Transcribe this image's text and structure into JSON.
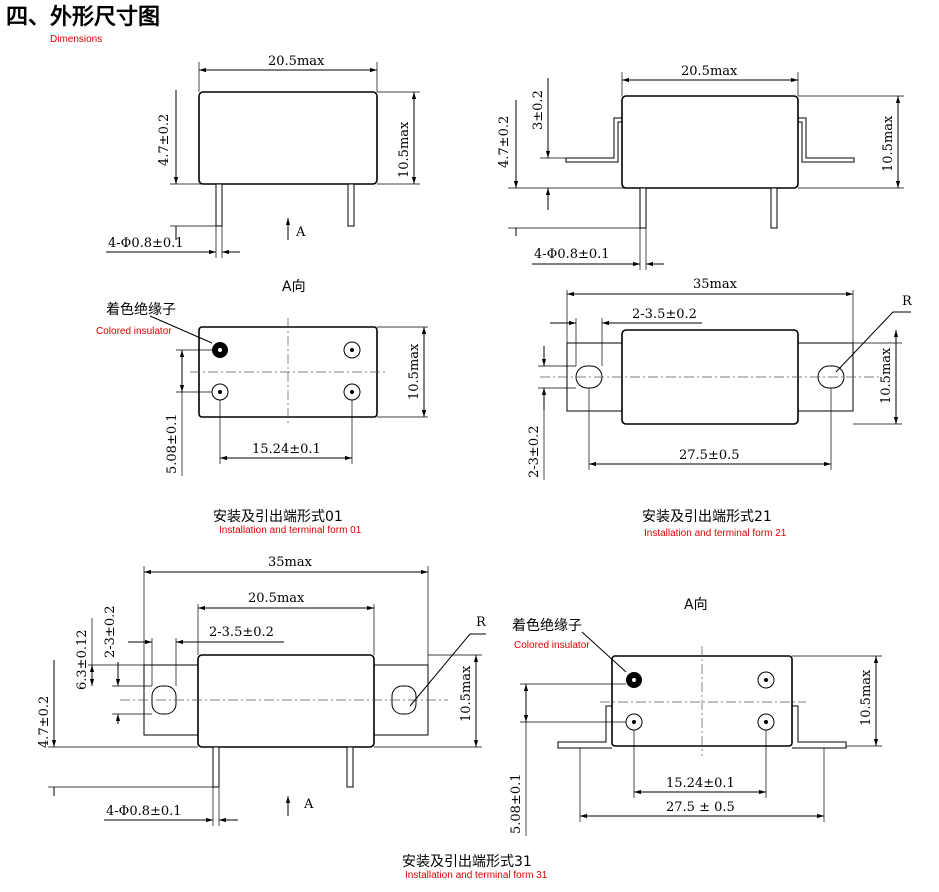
{
  "page": {
    "title": "四、外形尺寸图",
    "title_en": "Dimensions"
  },
  "form01": {
    "caption": "安装及引出端形式01",
    "caption_en": "Installation and terminal form 01",
    "width": "20.5max",
    "height": "10.5max",
    "pin_len": "4.7±0.2",
    "pin_dia": "4-Φ0.8±0.1",
    "arrow": "A",
    "view_label": "A向",
    "insulator": "着色绝缘子",
    "insulator_en": "Colored insulator",
    "bottom_height": "10.5max",
    "pitch_y": "5.08±0.1",
    "pitch_x": "15.24±0.1"
  },
  "form21": {
    "caption": "安装及引出端形式21",
    "caption_en": "Installation and terminal form 21",
    "width": "20.5max",
    "height": "10.5max",
    "flange_h": "3±0.2",
    "pin_len": "4.7±0.2",
    "pin_dia": "4-Φ0.8±0.1",
    "overall": "35max",
    "hole_dim": "2-3.5±0.2",
    "radius": "R",
    "side_height": "10.5max",
    "hole_pitch_v": "2-3±0.2",
    "hole_pitch": "27.5±0.5"
  },
  "form31": {
    "caption": "安装及引出端形式31",
    "caption_en": "Installation and terminal form 31",
    "overall": "35max",
    "width": "20.5max",
    "hole_dim": "2-3.5±0.2",
    "radius": "R",
    "hole_v1": "2-3±0.2",
    "hole_v2": "6.3±0.12",
    "pin_len": "4.7±0.2",
    "height": "10.5max",
    "pin_dia": "4-Φ0.8±0.1",
    "arrow": "A",
    "view_label": "A向",
    "insulator": "着色绝缘子",
    "insulator_en": "Colored insulator",
    "bottom_height": "10.5max",
    "pitch_y": "5.08±0.1",
    "pitch_x": "15.24±0.1",
    "hole_pitch": "27.5 ± 0.5"
  }
}
